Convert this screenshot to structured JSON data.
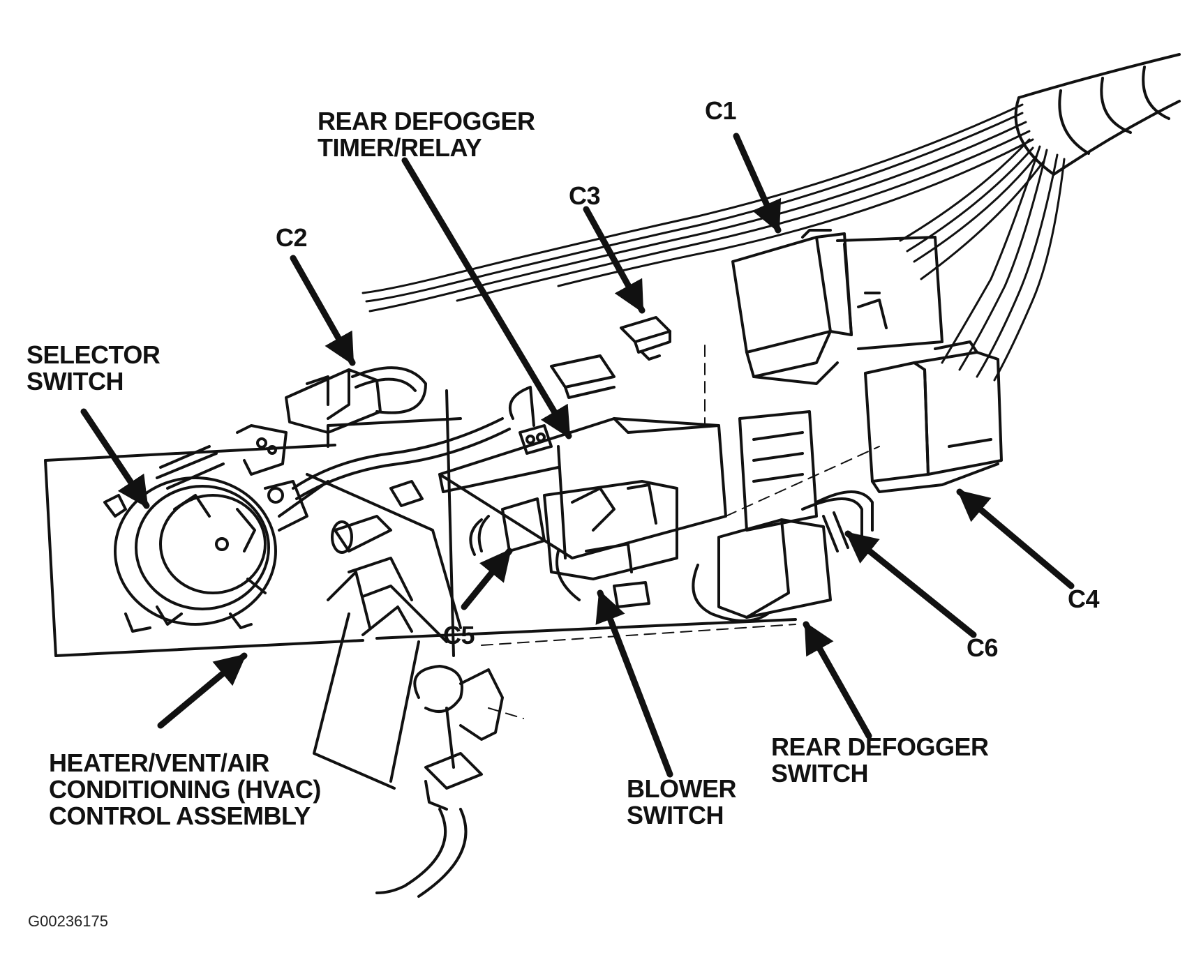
{
  "labels": {
    "rear_defogger_timer_relay": [
      "REAR DEFOGGER",
      "TIMER/RELAY"
    ],
    "c1": "C1",
    "c2": "C2",
    "c3": "C3",
    "c4": "C4",
    "c5": "C5",
    "c6": "C6",
    "selector_switch": [
      "SELECTOR",
      "SWITCH"
    ],
    "hvac_control_assembly": [
      "HEATER/VENT/AIR",
      "CONDITIONING (HVAC)",
      "CONTROL ASSEMBLY"
    ],
    "blower_switch": [
      "BLOWER",
      "SWITCH"
    ],
    "rear_defogger_switch": [
      "REAR DEFOGGER",
      "SWITCH"
    ]
  },
  "figure_id": "G00236175",
  "colors": {
    "ink": "#111111",
    "paper": "#ffffff"
  }
}
